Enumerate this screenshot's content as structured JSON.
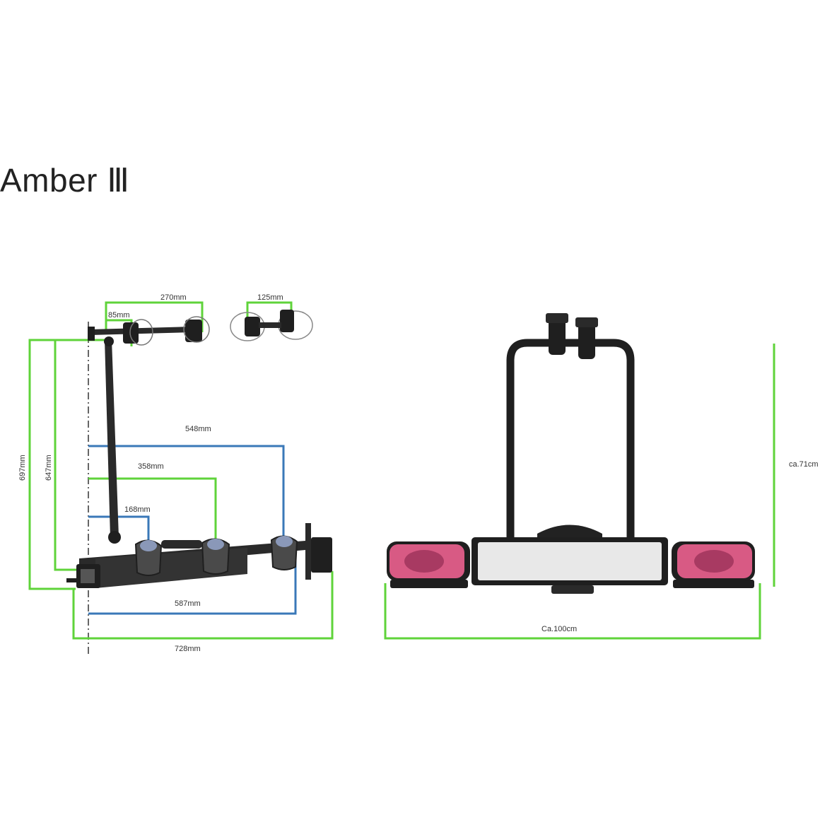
{
  "title": "Amber Ⅲ",
  "colors": {
    "green": "#5fd33a",
    "blue": "#3a78b8",
    "frame": "#1f1f1f",
    "lamp": "#d85a84",
    "plate": "#e8e8e8"
  },
  "side_view": {
    "dims": {
      "w270": "270mm",
      "w125": "125mm",
      "w85": "85mm",
      "w548": "548mm",
      "w358": "358mm",
      "w168": "168mm",
      "w587": "587mm",
      "w728": "728mm",
      "h697": "697mm",
      "h647": "647mm"
    }
  },
  "rear_view": {
    "dims": {
      "height": "ca.71cm",
      "width": "Ca.100cm"
    }
  }
}
